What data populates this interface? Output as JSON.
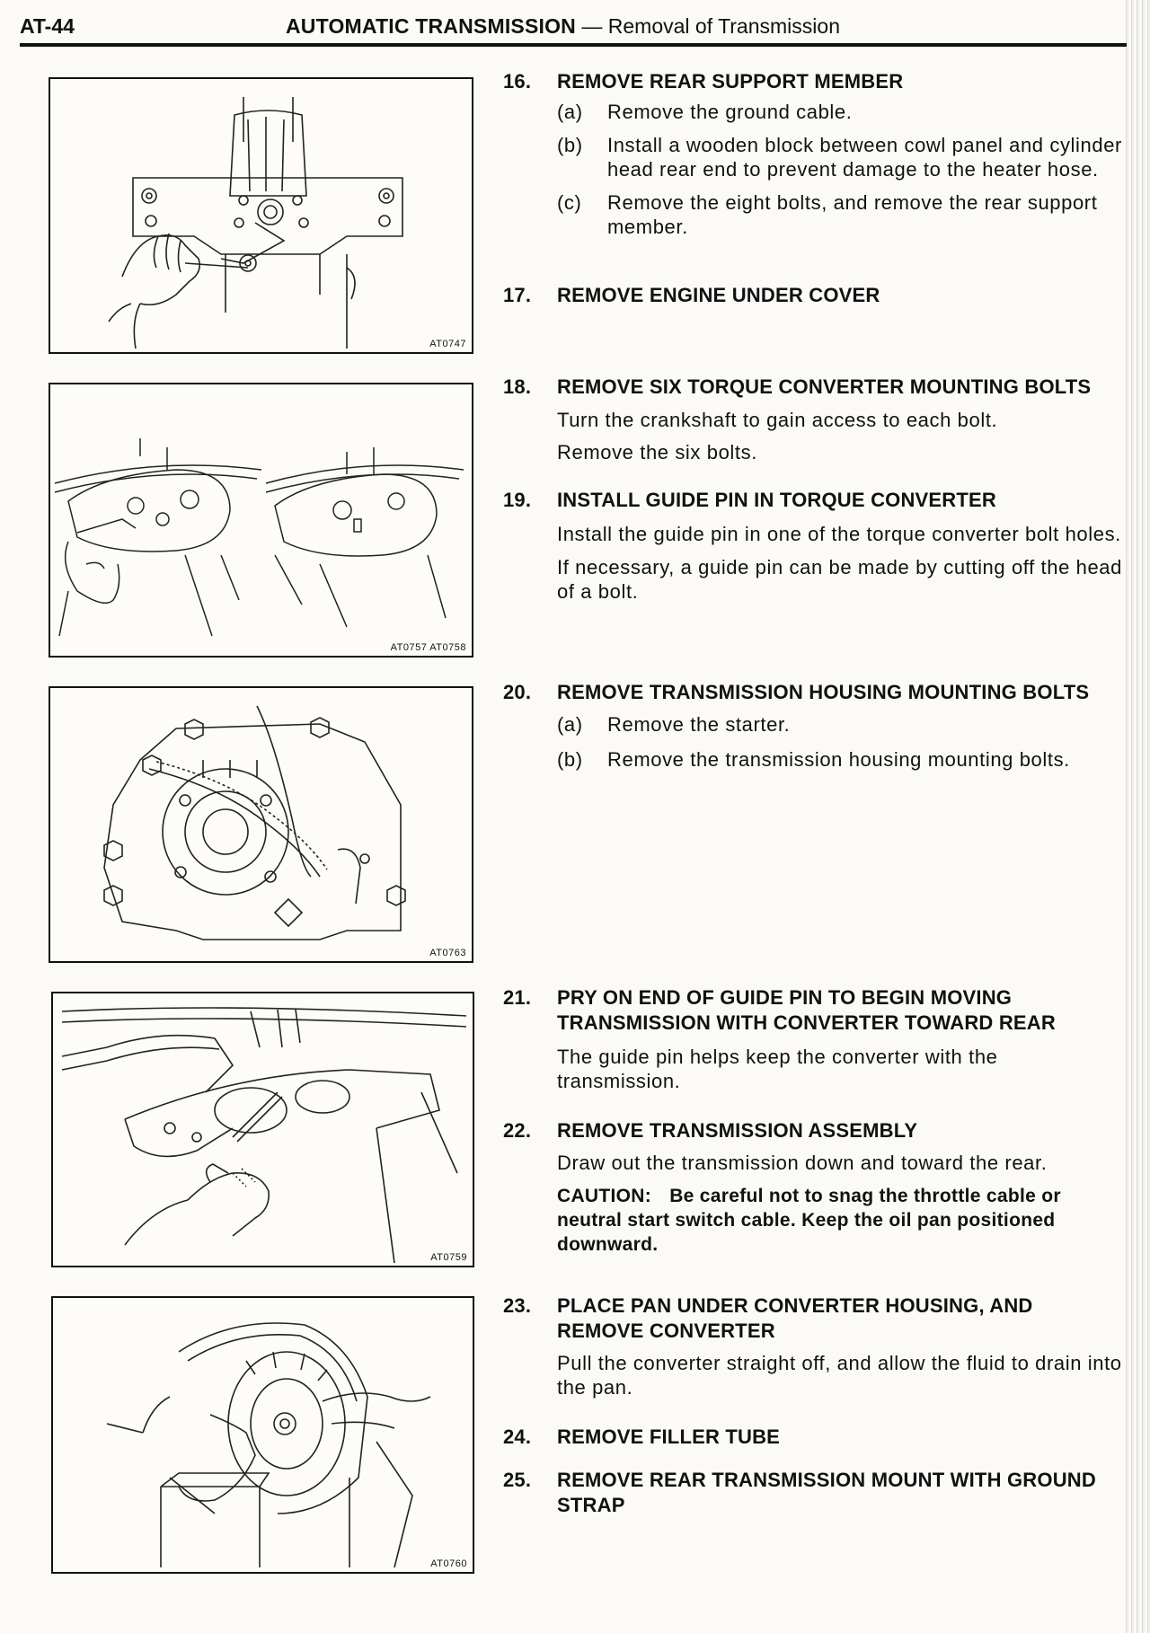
{
  "header": {
    "page_number": "AT-44",
    "chapter": "AUTOMATIC TRANSMISSION",
    "separator": "—",
    "section": "Removal of Transmission"
  },
  "figures": [
    {
      "code": "AT0747"
    },
    {
      "code": "AT0757 AT0758"
    },
    {
      "code": "AT0763"
    },
    {
      "code": "AT0759"
    },
    {
      "code": "AT0760"
    }
  ],
  "steps": {
    "s16": {
      "num": "16.",
      "title": "REMOVE REAR SUPPORT MEMBER",
      "subs": [
        {
          "letter": "(a)",
          "text": "Remove the ground cable."
        },
        {
          "letter": "(b)",
          "text": "Install a wooden block between cowl panel and cylinder head rear end to prevent damage to the heater hose."
        },
        {
          "letter": "(c)",
          "text": "Remove the eight bolts, and remove the rear support member."
        }
      ]
    },
    "s17": {
      "num": "17.",
      "title": "REMOVE ENGINE UNDER COVER"
    },
    "s18": {
      "num": "18.",
      "title": "REMOVE SIX TORQUE CONVERTER MOUNTING BOLTS",
      "paras": [
        "Turn the crankshaft to gain access to each bolt.",
        "Remove the six bolts."
      ]
    },
    "s19": {
      "num": "19.",
      "title": "INSTALL GUIDE PIN IN TORQUE CONVERTER",
      "paras": [
        "Install the guide pin in one of the torque converter bolt holes.",
        "If necessary, a guide pin can be made by cutting off the head of a bolt."
      ]
    },
    "s20": {
      "num": "20.",
      "title": "REMOVE TRANSMISSION HOUSING MOUNTING BOLTS",
      "subs": [
        {
          "letter": "(a)",
          "text": "Remove the starter."
        },
        {
          "letter": "(b)",
          "text": "Remove the transmission housing mounting bolts."
        }
      ]
    },
    "s21": {
      "num": "21.",
      "title": "PRY ON END OF GUIDE PIN TO BEGIN MOVING TRANSMISSION WITH CONVERTER TOWARD REAR",
      "paras": [
        "The guide pin helps keep the converter with the transmission."
      ]
    },
    "s22": {
      "num": "22.",
      "title": "REMOVE TRANSMISSION ASSEMBLY",
      "paras": [
        "Draw out the transmission down and toward the rear."
      ],
      "caution_label": "CAUTION:",
      "caution_text": "Be careful not to snag the throttle cable or neutral start switch cable. Keep the oil pan positioned downward."
    },
    "s23": {
      "num": "23.",
      "title": "PLACE PAN UNDER CONVERTER HOUSING, AND REMOVE CONVERTER",
      "paras": [
        "Pull the converter straight off, and allow the fluid to drain into the pan."
      ]
    },
    "s24": {
      "num": "24.",
      "title": "REMOVE FILLER TUBE"
    },
    "s25": {
      "num": "25.",
      "title": "REMOVE REAR TRANSMISSION MOUNT WITH GROUND STRAP"
    }
  }
}
